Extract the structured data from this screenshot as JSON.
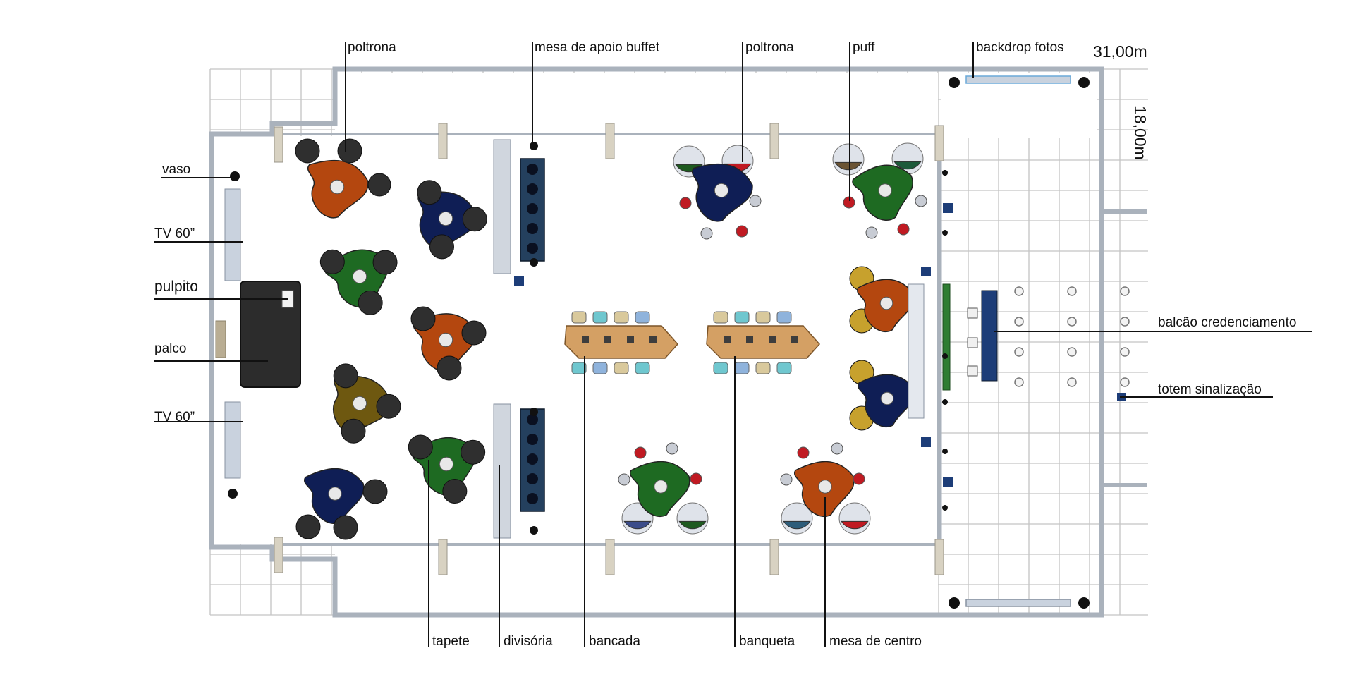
{
  "labels": {
    "poltrona_left": "poltrona",
    "mesa_apoio_buffet": "mesa de apoio buffet",
    "poltrona_right": "poltrona",
    "puff": "puff",
    "backdrop_fotos": "backdrop fotos",
    "vaso": "vaso",
    "tv_top": "TV 60”",
    "pulpito": "pulpito",
    "palco": "palco",
    "tv_bottom": "TV 60”",
    "balcao_credenciamento": "balcão credenciamento",
    "totem_sinalizacao": "totem sinalização",
    "tapete": "tapete",
    "divisoria": "divisória",
    "bancada": "bancada",
    "banqueta": "banqueta",
    "mesa_de_centro": "mesa de centro"
  },
  "dimensions": {
    "width": "31,00m",
    "height": "18,00m"
  },
  "colors": {
    "grid": "#c4c4c4",
    "wall": "#aab2bc",
    "orange": "#b4470f",
    "navy": "#0f1e55",
    "green": "#1e6a22",
    "olive": "#6e5810",
    "chair": "#2f2f2f",
    "table_wood": "#d4a064",
    "counter_blue": "#1d3d78",
    "puff_red": "#c01a22"
  }
}
